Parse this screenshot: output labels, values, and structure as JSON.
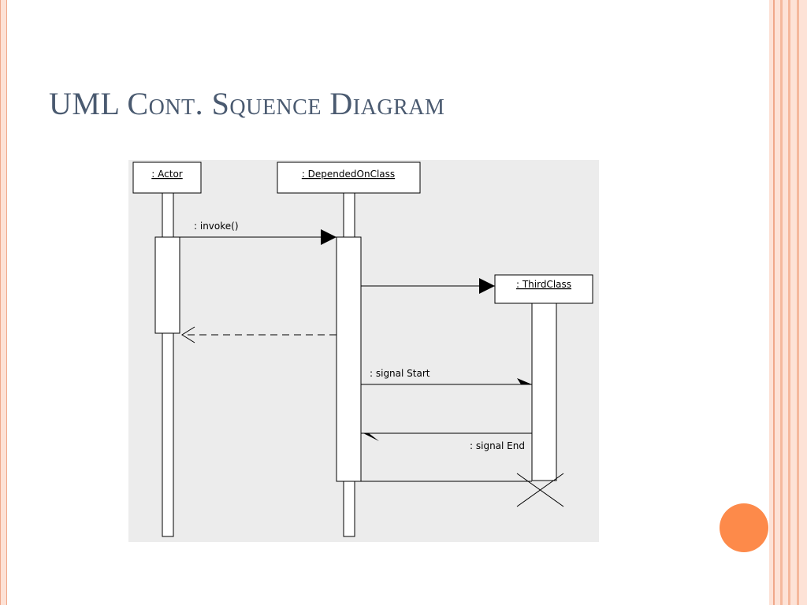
{
  "slide": {
    "title": "UML Cont. Squence Diagram"
  },
  "diagram": {
    "lifelines": [
      {
        "label": ": Actor"
      },
      {
        "label": ": DependedOnClass"
      },
      {
        "label": ": ThirdClass"
      }
    ],
    "messages": [
      {
        "label": ": invoke()"
      },
      {
        "label": ": signal Start"
      },
      {
        "label": ": signal End"
      }
    ]
  },
  "colors": {
    "title": "#4a5a70",
    "accent_dot": "#fd8a4a",
    "diagram_bg": "#ececec",
    "border_light": "#fde2d6",
    "border_line": "#f0a88a"
  }
}
